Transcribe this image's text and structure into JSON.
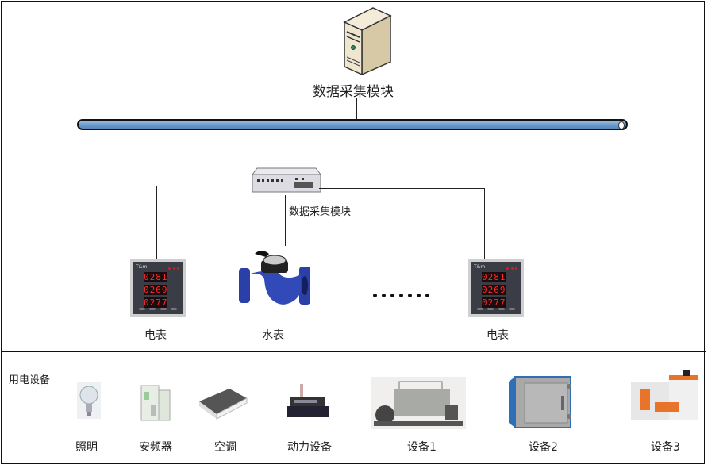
{
  "diagram": {
    "server": {
      "label": "数据采集模块",
      "icon": "server-tower-icon"
    },
    "bus": {
      "icon": "network-bus-pipe-icon"
    },
    "switch": {
      "label": "数据采集模块",
      "icon": "industrial-ethernet-switch-icon"
    },
    "meters": [
      {
        "label": "电表",
        "icon": "electric-meter-icon",
        "readings": [
          "0281",
          "0269",
          "0277"
        ]
      },
      {
        "label": "水表",
        "icon": "water-meter-icon"
      },
      {
        "label": "电表",
        "icon": "electric-meter-icon",
        "readings": [
          "0281",
          "0269",
          "0277"
        ]
      }
    ],
    "ellipsis": "……"
  },
  "equipment": {
    "section_label": "用电设备",
    "items": [
      {
        "label": "照明",
        "icon": "light-bulb-icon"
      },
      {
        "label": "安频器",
        "icon": "inverter-cabinet-icon"
      },
      {
        "label": "空调",
        "icon": "air-conditioner-icon"
      },
      {
        "label": "动力设备",
        "icon": "power-machine-icon"
      },
      {
        "label": "设备1",
        "icon": "printing-machine-icon"
      },
      {
        "label": "设备2",
        "icon": "chamber-cabinet-icon"
      },
      {
        "label": "设备3",
        "icon": "cnc-machine-icon"
      }
    ]
  },
  "colors": {
    "bus": "#6b9bcc",
    "meter_digits": "#ff2a2a",
    "water_meter": "#2a3fa8",
    "machine_accent": "#e8742a"
  }
}
